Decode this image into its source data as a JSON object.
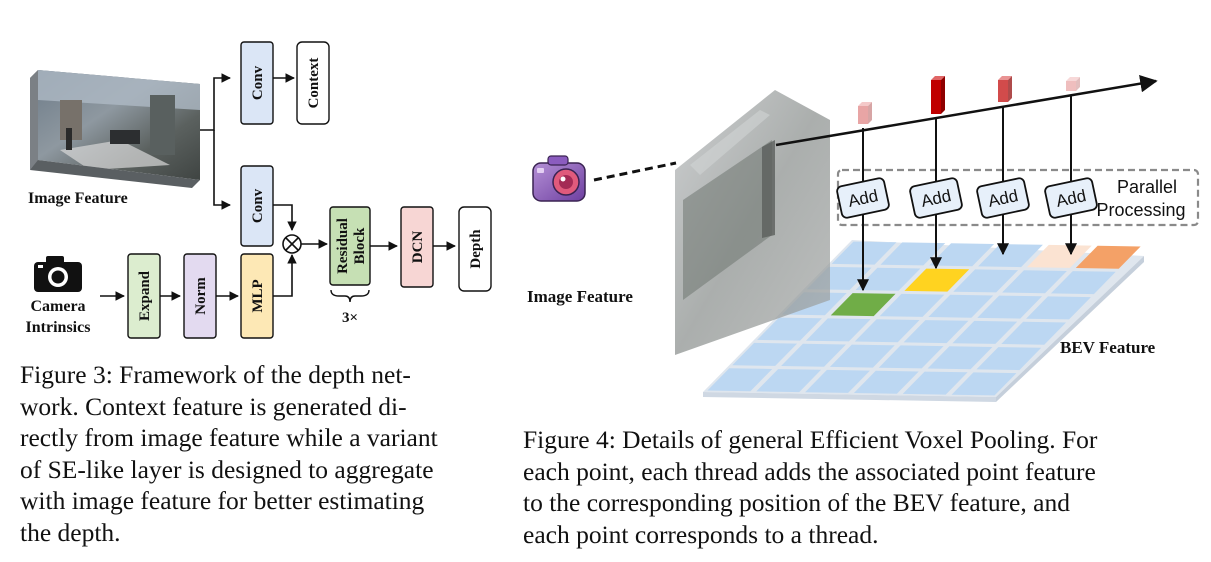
{
  "figure3": {
    "image_label": "Image Feature",
    "camera_label_line1": "Camera",
    "camera_label_line2": "Intrinsics",
    "boxes": {
      "conv_top": "Conv",
      "context": "Context",
      "conv_mid": "Conv",
      "expand": "Expand",
      "norm": "Norm",
      "mlp": "MLP",
      "residual_line1": "Residual",
      "residual_line2": "Block",
      "dcn": "DCN",
      "depth": "Depth"
    },
    "repeat_label": "3×",
    "caption_lines": [
      "Figure 3: Framework of the depth net-",
      "work.  Context feature is generated di-",
      "rectly from image feature while a variant",
      "of SE-like layer is designed to aggregate",
      "with image feature for better estimating",
      "the depth."
    ]
  },
  "figure4": {
    "image_label": "Image Feature",
    "bev_label": "BEV Feature",
    "add_labels": [
      "Add",
      "Add",
      "Add",
      "Add"
    ],
    "parallel_line1": "Parallel",
    "parallel_line2": "Processing",
    "caption_lines": [
      "Figure 4: Details of general Efficient Voxel Pooling. For",
      "each point, each thread adds the associated point feature",
      "to the corresponding position of the BEV feature, and",
      "each point corresponds to a thread."
    ]
  },
  "colors": {
    "conv_fill": "#dbe6f6",
    "expand_fill": "#dcedcf",
    "norm_fill": "#e3daf0",
    "mlp_fill": "#fde8b5",
    "residual_fill": "#c6e0b4",
    "dcn_fill": "#f7d6d4",
    "grid_fill": "#bcd7f2",
    "cell_green": "#70ad47",
    "cell_yellow": "#ffd320",
    "cell_peach": "#fbe3d2",
    "cell_orange": "#f4a167",
    "voxel_red": "#c00000",
    "add_fill": "#e7f0fa"
  }
}
